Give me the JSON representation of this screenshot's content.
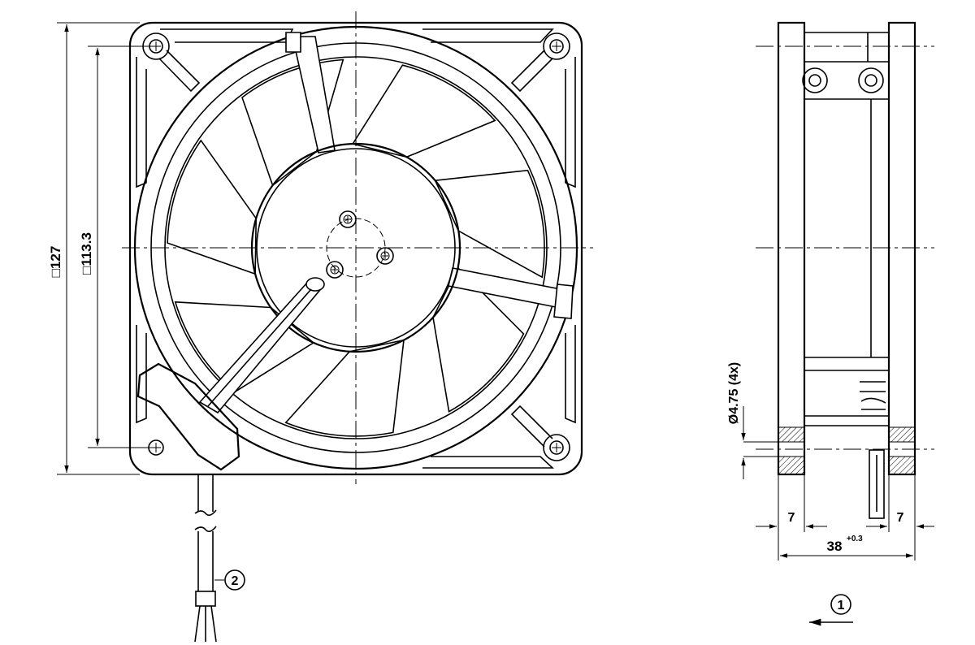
{
  "front_view": {
    "dim_outer": "□127",
    "dim_hole_spacing": "□113.3",
    "cable_callout": "2"
  },
  "side_view": {
    "dim_hole_diameter": "Ø4.75 (4x)",
    "dim_left_flange": "7",
    "dim_right_flange": "7",
    "dim_depth": "38",
    "dim_depth_tolerance": "+0.3",
    "airflow_callout": "1"
  }
}
